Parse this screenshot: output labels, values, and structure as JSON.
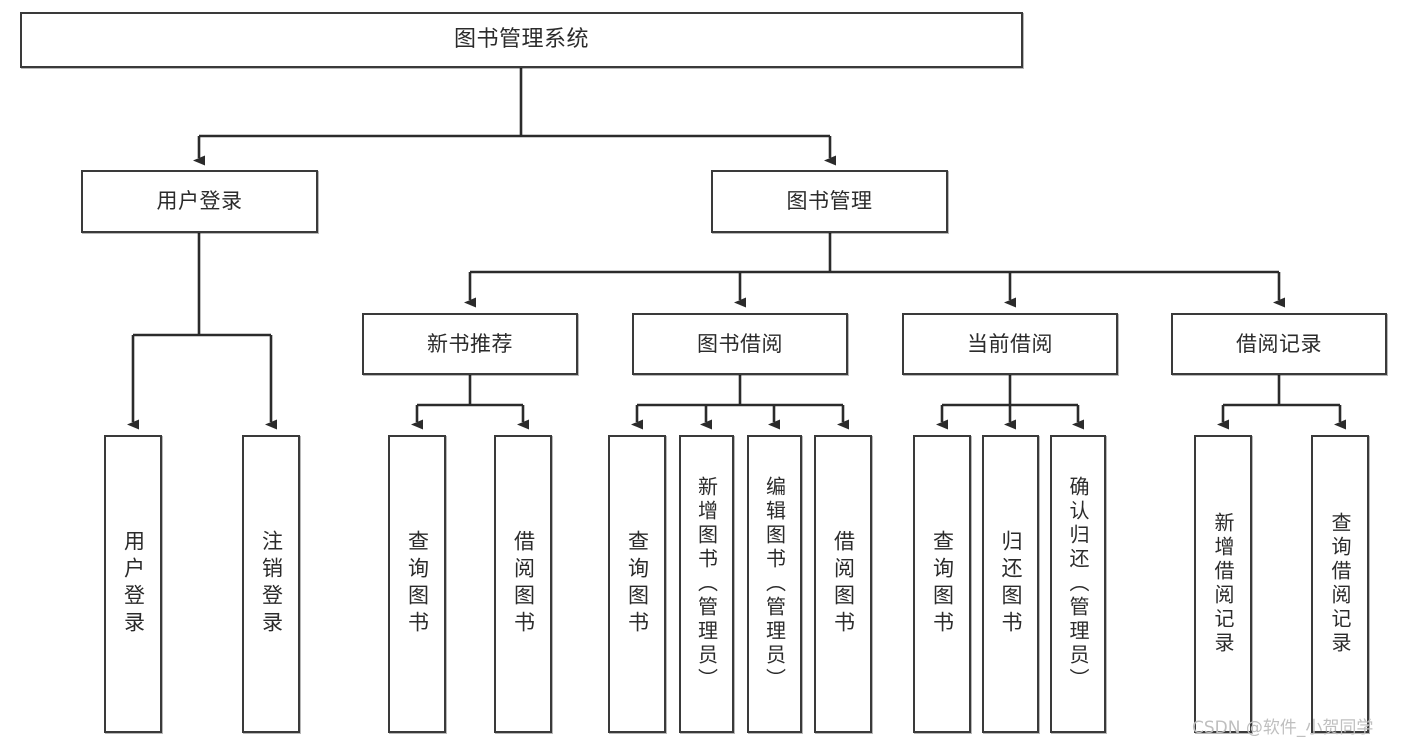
{
  "diagram": {
    "title": "图书管理系统",
    "type": "tree-hierarchy-diagram",
    "watermark": "CSDN @软件_小贺同学",
    "colors": {
      "box_border": "#3a3a3a",
      "box_fill": "#ffffff",
      "text": "#2b2b2b",
      "edge": "#2b2b2b",
      "watermark": "#bfbfbf",
      "background": "#ffffff"
    },
    "nodes": {
      "root": {
        "label": "图书管理系统"
      },
      "level2": [
        {
          "label": "用户登录"
        },
        {
          "label": "图书管理"
        }
      ],
      "level3": [
        {
          "label": "新书推荐"
        },
        {
          "label": "图书借阅"
        },
        {
          "label": "当前借阅"
        },
        {
          "label": "借阅记录"
        }
      ],
      "leaves": {
        "user_login": [
          {
            "label": "用户登录"
          },
          {
            "label": "注销登录"
          }
        ],
        "new_book_recommend": [
          {
            "label": "查询图书"
          },
          {
            "label": "借阅图书"
          }
        ],
        "book_borrow": [
          {
            "label": "查询图书"
          },
          {
            "label": "新增图书（管理员）"
          },
          {
            "label": "编辑图书（管理员）"
          },
          {
            "label": "借阅图书"
          }
        ],
        "current_borrow": [
          {
            "label": "查询图书"
          },
          {
            "label": "归还图书"
          },
          {
            "label": "确认归还（管理员）"
          }
        ],
        "borrow_record": [
          {
            "label": "新增借阅记录"
          },
          {
            "label": "查询借阅记录"
          }
        ]
      }
    }
  }
}
